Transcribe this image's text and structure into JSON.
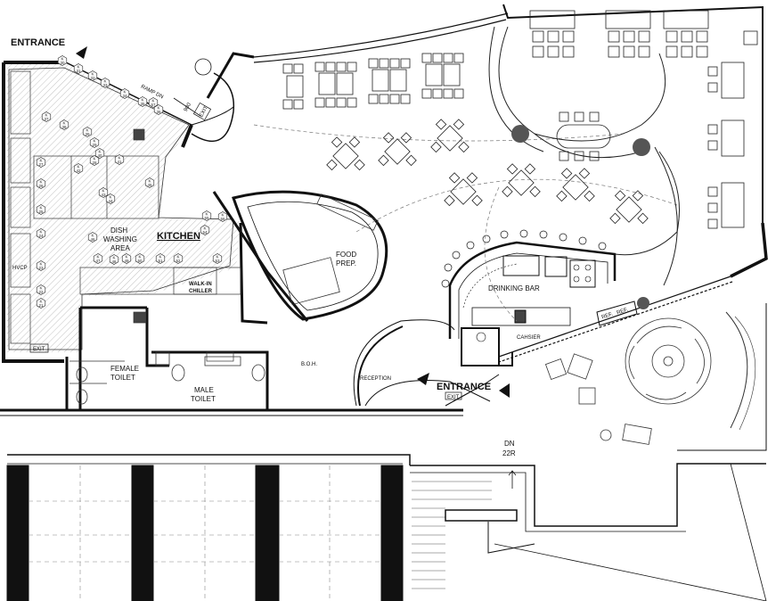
{
  "labels": {
    "entrance_top": "ENTRANCE",
    "entrance_main": "ENTRANCE",
    "kitchen": "KITCHEN",
    "dish_washing_1": "DISH",
    "dish_washing_2": "WASHING",
    "dish_washing_3": "AREA",
    "walk_in_1": "WALK-IN",
    "walk_in_2": "CHILLER",
    "food_prep_1": "FOOD",
    "food_prep_2": "PREP.",
    "drinking_bar": "DRINKING BAR",
    "cashier": "CAHSIER",
    "reception": "RECEPTION",
    "boh": "B.O.H.",
    "female_toilet_1": "FEMALE",
    "female_toilet_2": "TOILET",
    "male_toilet_1": "MALE",
    "male_toilet_2": "TOILET",
    "exit_left": "EXIT",
    "exit_top": "EXIT",
    "exit_main": "EXIT",
    "ref_1": "REF.",
    "ref_2": "REF.",
    "ramp": "RAMP DN",
    "door_900": "900",
    "dn": "DN",
    "dn_riser": "22R",
    "hvcp": "HVCP"
  },
  "equipment_tags": [
    {
      "k": "K",
      "n": "30"
    },
    {
      "k": "K",
      "n": "31"
    },
    {
      "k": "K",
      "n": "32"
    },
    {
      "k": "K",
      "n": "33"
    },
    {
      "k": "K",
      "n": "34"
    },
    {
      "k": "K",
      "n": "35"
    },
    {
      "k": "K",
      "n": "36"
    },
    {
      "k": "K",
      "n": "37"
    },
    {
      "k": "K",
      "n": "38"
    },
    {
      "k": "K",
      "n": "39"
    },
    {
      "k": "K",
      "n": "40"
    },
    {
      "k": "K",
      "n": "41"
    },
    {
      "k": "K",
      "n": "42"
    },
    {
      "k": "K",
      "n": "43"
    },
    {
      "k": "K",
      "n": "44"
    },
    {
      "k": "K",
      "n": "45"
    },
    {
      "k": "K",
      "n": "46"
    },
    {
      "k": "K",
      "n": "47"
    },
    {
      "k": "K",
      "n": "48"
    },
    {
      "k": "K",
      "n": "49"
    },
    {
      "k": "K",
      "n": "50"
    },
    {
      "k": "K",
      "n": "51"
    },
    {
      "k": "K",
      "n": "52"
    },
    {
      "k": "K",
      "n": "53"
    },
    {
      "k": "K",
      "n": "54"
    },
    {
      "k": "K",
      "n": "55"
    },
    {
      "k": "K",
      "n": "56"
    },
    {
      "k": "K",
      "n": "57"
    },
    {
      "k": "K",
      "n": "21"
    },
    {
      "k": "K",
      "n": "22"
    },
    {
      "k": "K",
      "n": "23"
    },
    {
      "k": "K",
      "n": "24"
    },
    {
      "k": "K",
      "n": "25"
    },
    {
      "k": "K",
      "n": "26"
    },
    {
      "k": "K",
      "n": "27"
    },
    {
      "k": "K",
      "n": "28"
    },
    {
      "k": "K",
      "n": "29"
    }
  ]
}
